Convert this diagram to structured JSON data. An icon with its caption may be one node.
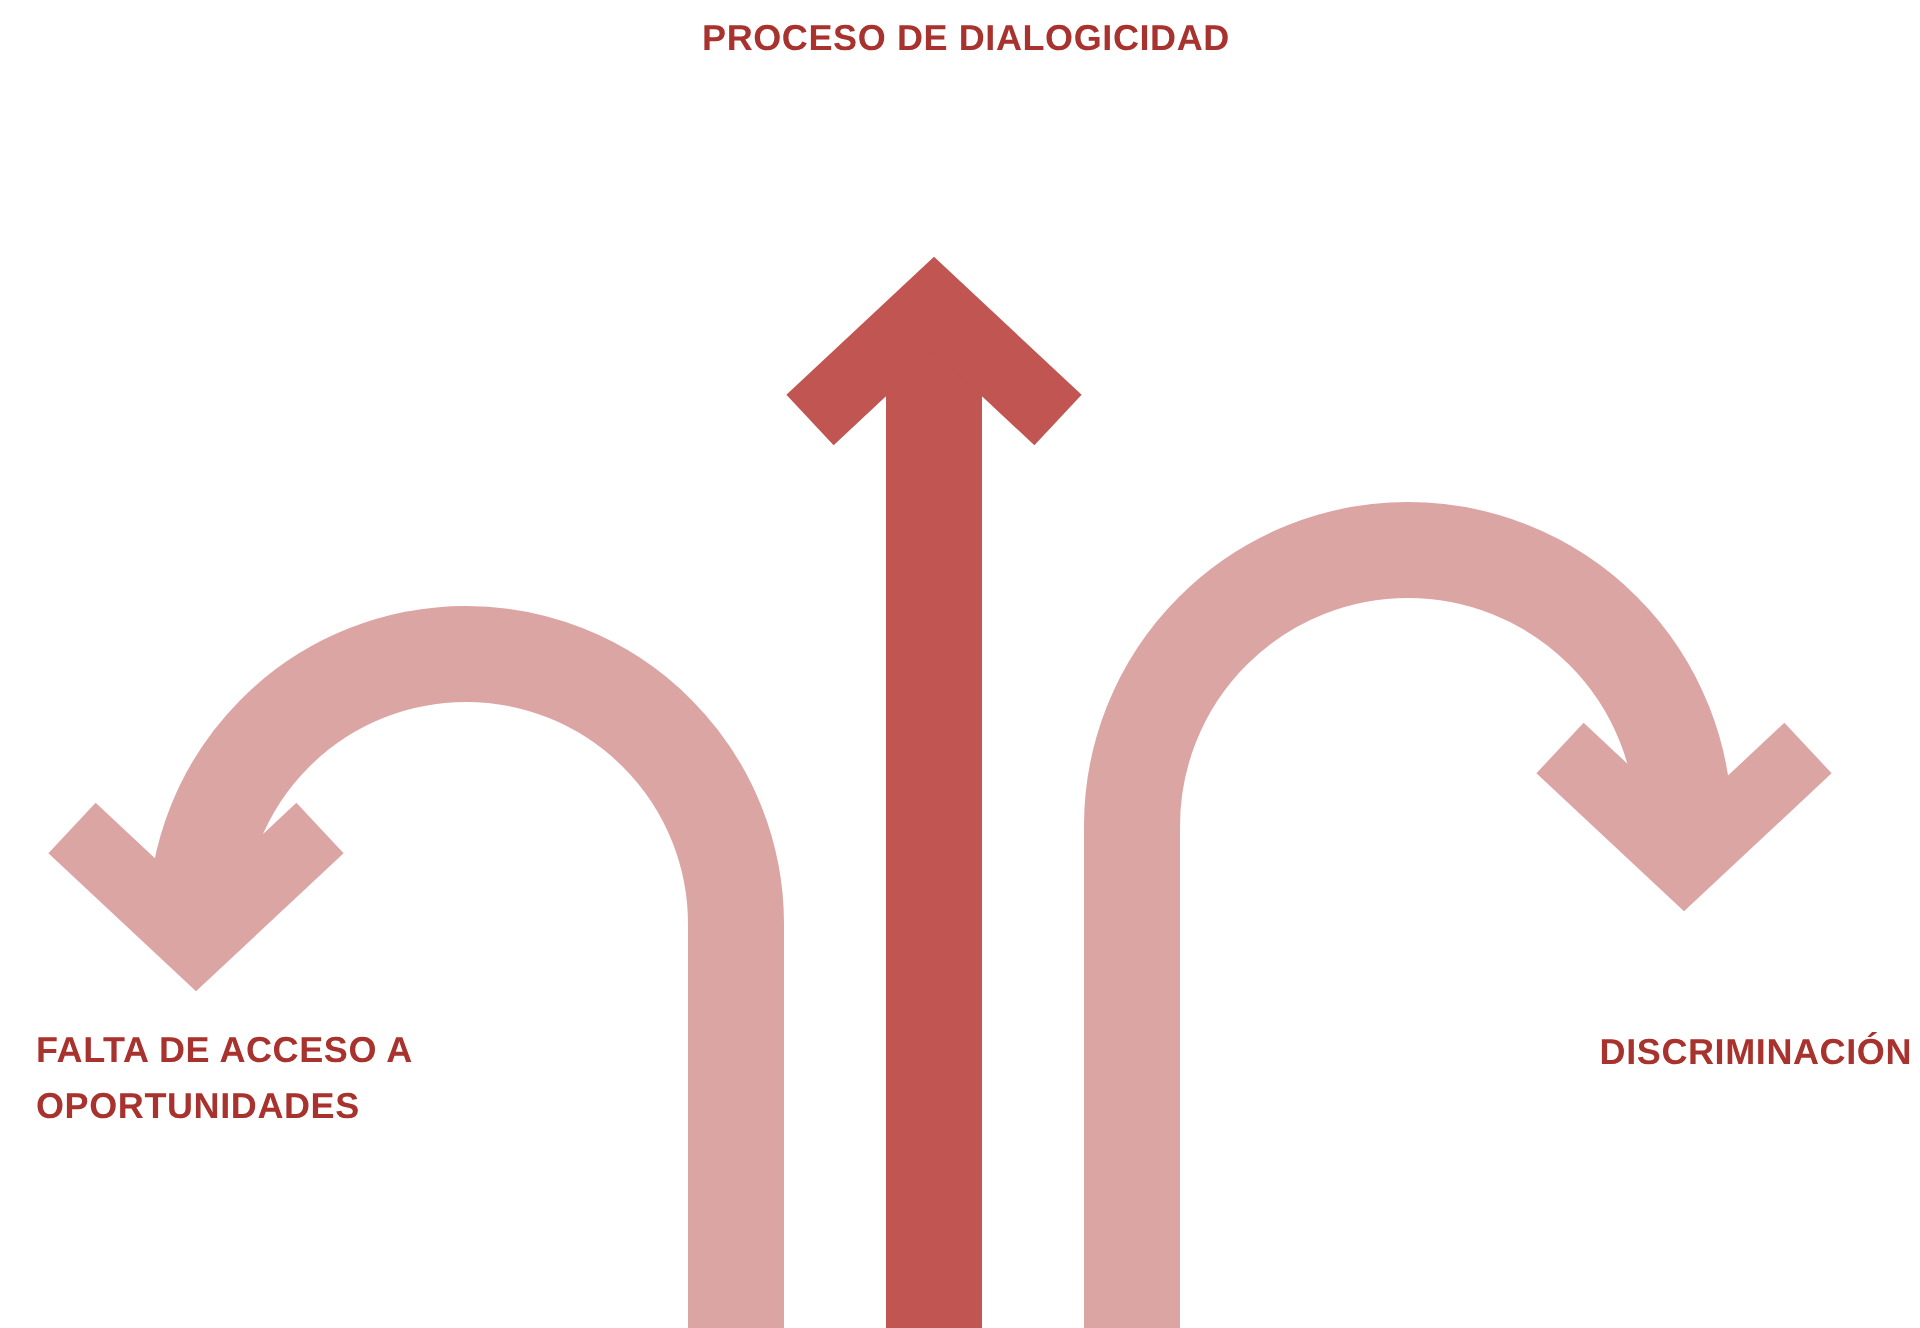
{
  "diagram": {
    "nodes": [
      {
        "text": [
          "PROCESO DE DIALOGICIDAD"
        ]
      },
      {
        "text": [
          "FALTA DE ACCESO A OPORTUNIDADES"
        ]
      },
      {
        "text": [
          "DISCRIMINACIÓN"
        ]
      }
    ],
    "edges": [
      {
        "from": null,
        "to": 0,
        "arrow": "to",
        "color": "#c05552"
      },
      {
        "from": null,
        "to": 1,
        "arrow": "to"
      },
      {
        "from": null,
        "to": 2,
        "arrow": "to"
      }
    ]
  }
}
